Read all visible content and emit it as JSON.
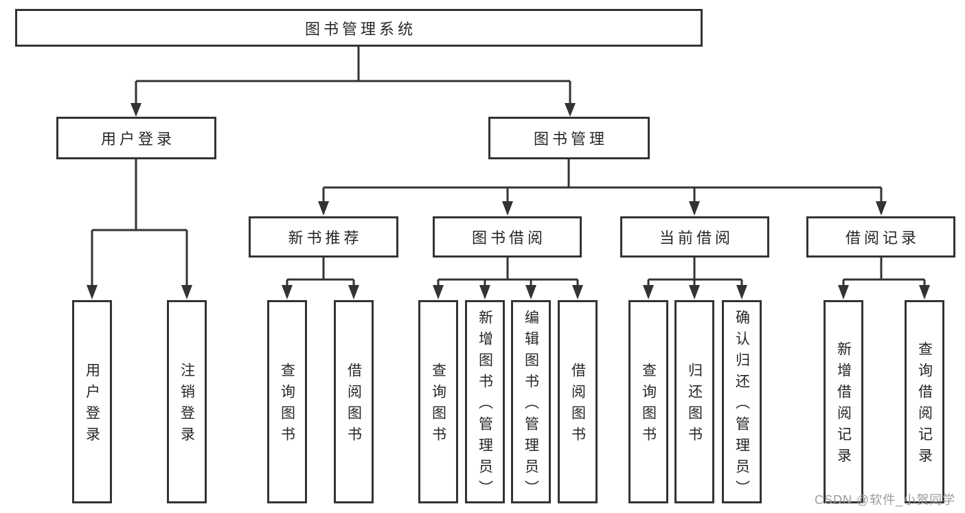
{
  "diagram": {
    "root": {
      "label": "图书管理系统",
      "children": [
        {
          "label": "用户登录",
          "children": [
            {
              "label": "用户登录"
            },
            {
              "label": "注销登录"
            }
          ]
        },
        {
          "label": "图书管理",
          "children": [
            {
              "label": "新书推荐",
              "children": [
                {
                  "label": "查询图书"
                },
                {
                  "label": "借阅图书"
                }
              ]
            },
            {
              "label": "图书借阅",
              "children": [
                {
                  "label": "查询图书"
                },
                {
                  "label": "新增图书（管理员）"
                },
                {
                  "label": "编辑图书（管理员）"
                },
                {
                  "label": "借阅图书"
                }
              ]
            },
            {
              "label": "当前借阅",
              "children": [
                {
                  "label": "查询图书"
                },
                {
                  "label": "归还图书"
                },
                {
                  "label": "确认归还（管理员）"
                }
              ]
            },
            {
              "label": "借阅记录",
              "children": [
                {
                  "label": "新增借阅记录"
                },
                {
                  "label": "查询借阅记录"
                }
              ]
            }
          ]
        }
      ]
    }
  },
  "watermark": {
    "text": "CSDN @软件_小贺同学"
  },
  "colors": {
    "line": "#333333",
    "box_border": "#333333",
    "text": "#262626",
    "watermark": "#9b9b9b",
    "background": "#ffffff"
  }
}
